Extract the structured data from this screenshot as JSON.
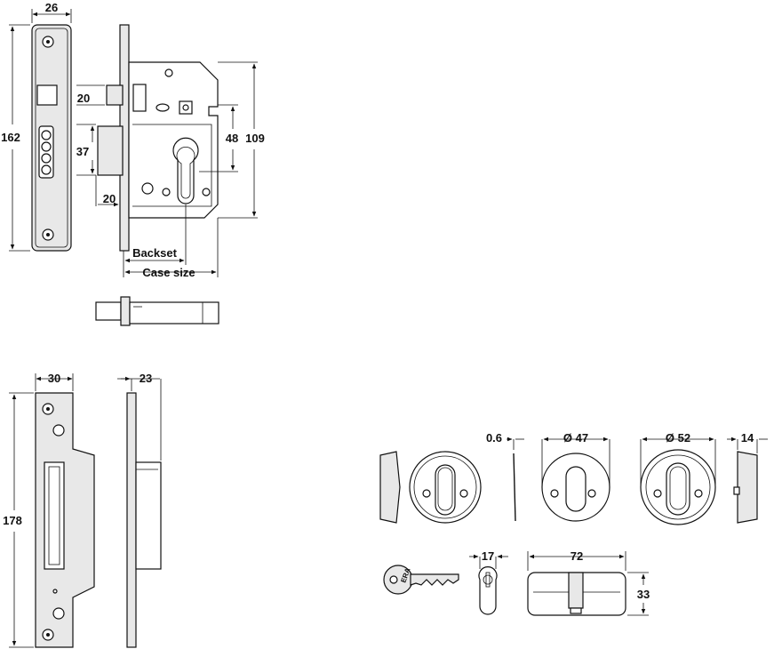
{
  "labels": {
    "lock_faceplate_width": "26",
    "lock_faceplate_height": "162",
    "lock_bolt_offset": "20",
    "lock_latch_height": "37",
    "lock_lower_offset": "20",
    "lock_centres": "48",
    "lock_case_height": "109",
    "backset": "Backset",
    "case_size": "Case size",
    "strike_width": "30",
    "strike_height": "178",
    "strike_depth": "23",
    "escutcheon_thickness": "0.6",
    "escutcheon_diameter_small": "Ø 47",
    "escutcheon_diameter_large": "Ø 52",
    "escutcheon_depth": "14",
    "key_brand": "ERA",
    "cylinder_width": "17",
    "cylinder_length": "72",
    "cylinder_height": "33"
  },
  "colors": {
    "line": "#111111",
    "fill_shade": "#e8e8e8",
    "background": "#ffffff"
  }
}
